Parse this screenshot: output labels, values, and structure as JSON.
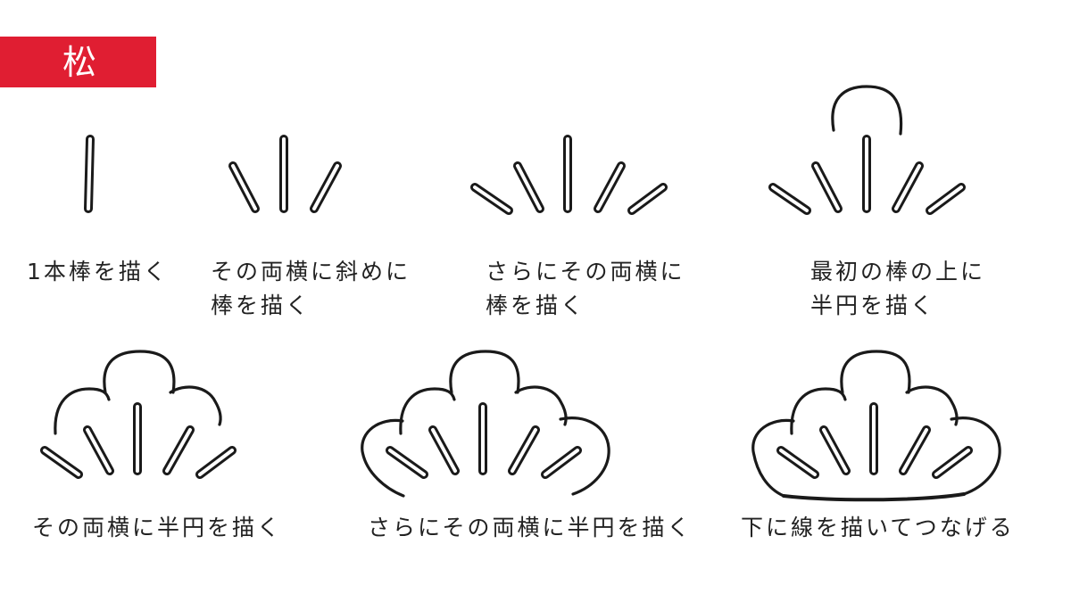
{
  "title": "松",
  "captions": [
    [
      "1本棒を描く"
    ],
    [
      "その両横に斜めに",
      "棒を描く"
    ],
    [
      "さらにその両横に",
      "棒を描く"
    ],
    [
      "最初の棒の上に",
      "半円を描く"
    ],
    [
      "その両横に半円を描く"
    ],
    [
      "さらにその両横に半円を描く"
    ],
    [
      "下に線を描いてつなげる"
    ]
  ]
}
